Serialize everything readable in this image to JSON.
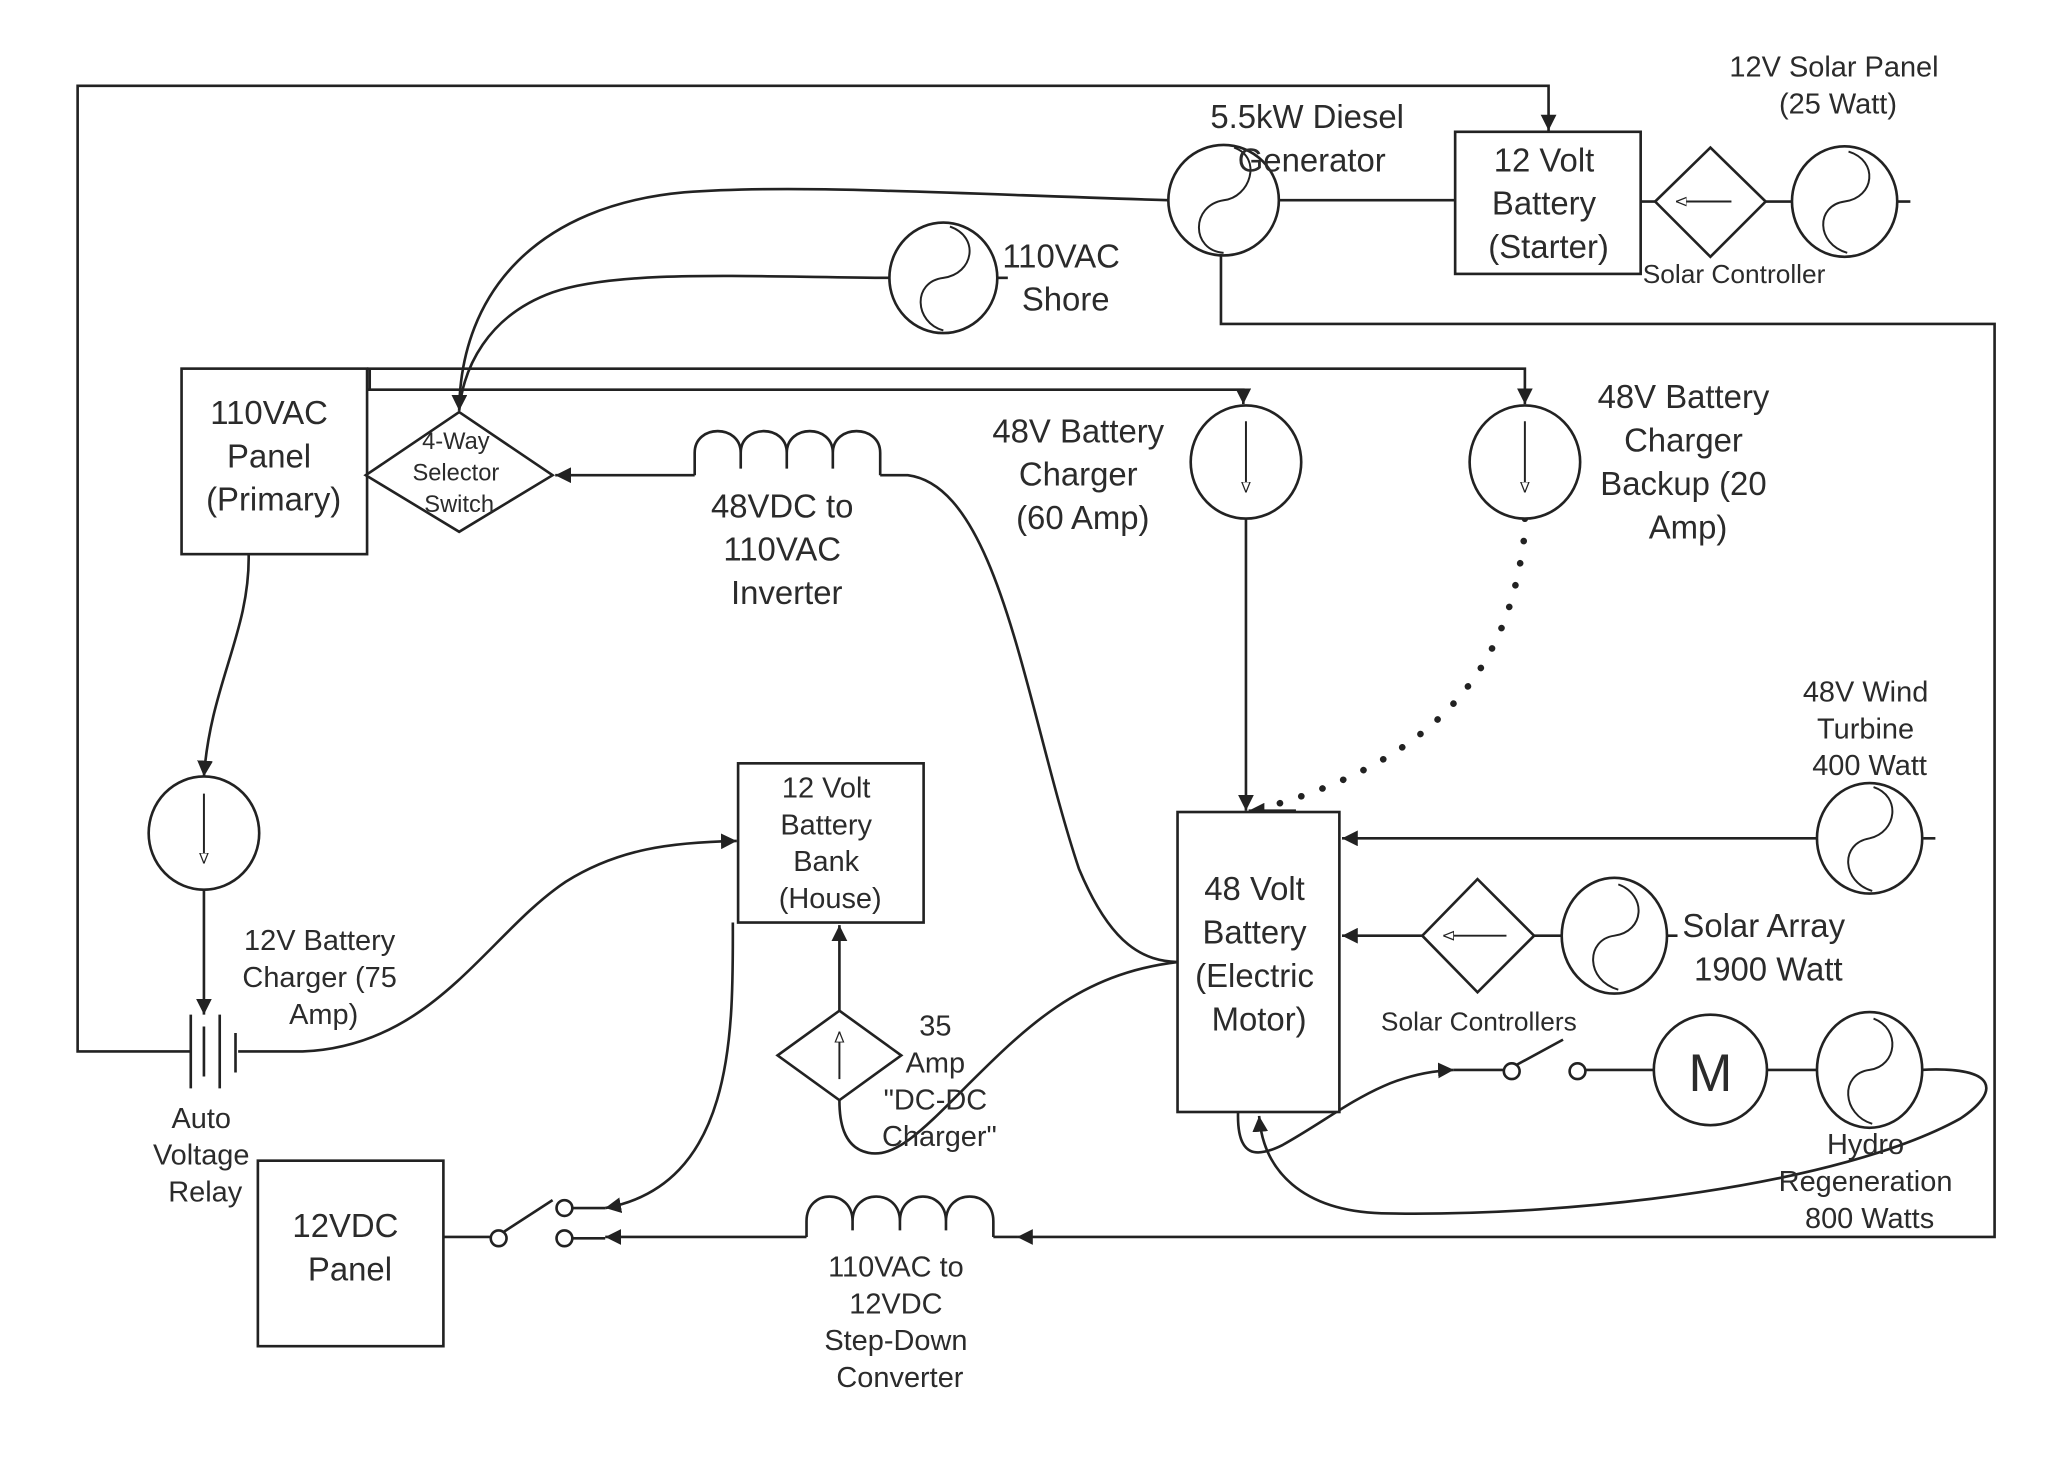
{
  "diagram": {
    "title": "Boat Electrical System Diagram",
    "components": {
      "generator": {
        "label": [
          "5.5kW Diesel",
          "Generator"
        ]
      },
      "shore": {
        "label": [
          "110VAC",
          "Shore"
        ]
      },
      "starter_battery": {
        "label": [
          "12 Volt",
          "Battery",
          "(Starter)"
        ]
      },
      "solar_controller_12v": {
        "label": "Solar Controller"
      },
      "solar_panel_12v": {
        "label": [
          "12V Solar Panel",
          "(25 Watt)"
        ]
      },
      "ac_panel": {
        "label": [
          "110VAC",
          "Panel",
          "(Primary)"
        ]
      },
      "selector_switch": {
        "label": [
          "4-Way",
          "Selector",
          "Switch"
        ]
      },
      "inverter": {
        "label": [
          "48VDC to",
          "110VAC",
          "Inverter"
        ]
      },
      "charger_48v": {
        "label": [
          "48V Battery",
          "Charger",
          "(60 Amp)"
        ]
      },
      "charger_48v_backup": {
        "label": [
          "48V Battery",
          "Charger",
          "Backup (20",
          "Amp)"
        ]
      },
      "wind_turbine": {
        "label": [
          "48V Wind",
          "Turbine",
          "400 Watt"
        ]
      },
      "battery_48v": {
        "label": [
          "48 Volt",
          "Battery",
          "(Electric",
          "Motor)"
        ]
      },
      "solar_array": {
        "label": [
          "Solar Array",
          "1900 Watt"
        ]
      },
      "solar_controllers": {
        "label": "Solar Controllers"
      },
      "motor": {
        "label": "M"
      },
      "hydro": {
        "label": [
          "Hydro",
          "Regeneration",
          "800 Watts"
        ]
      },
      "house_bank": {
        "label": [
          "12 Volt",
          "Battery",
          "Bank",
          "(House)"
        ]
      },
      "charger_12v": {
        "label": [
          "12V Battery",
          "Charger (75",
          "Amp)"
        ]
      },
      "relay": {
        "label": [
          "Auto",
          "Voltage",
          "Relay"
        ]
      },
      "dcdc": {
        "label": [
          "35",
          "Amp",
          "\"DC-DC",
          "Charger\""
        ]
      },
      "dc_panel": {
        "label": [
          "12VDC",
          "Panel"
        ]
      },
      "stepdown": {
        "label": [
          "110VAC to",
          "12VDC",
          "Step-Down",
          "Converter"
        ]
      }
    }
  }
}
